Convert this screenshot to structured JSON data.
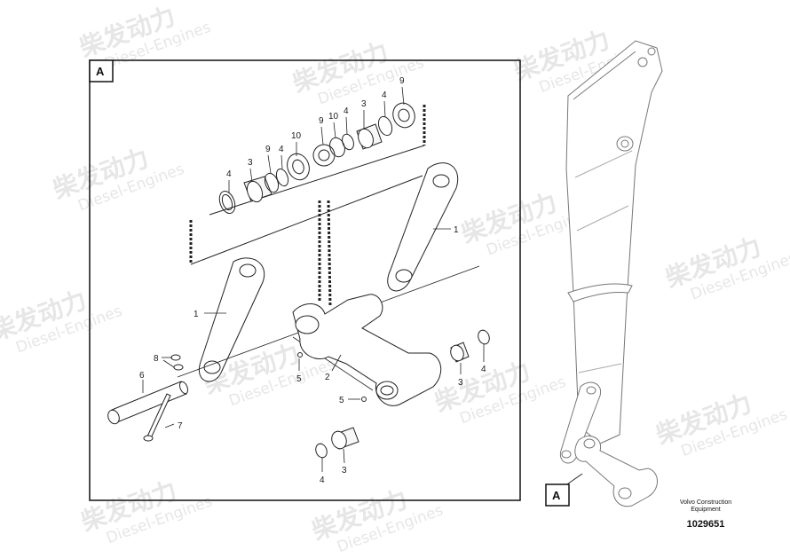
{
  "view_tag": "A",
  "callouts": {
    "c1a": "1",
    "c1b": "1",
    "c2": "2",
    "c3a": "3",
    "c3b": "3",
    "c3c": "3",
    "c3d": "3",
    "c4a": "4",
    "c4b": "4",
    "c4c": "4",
    "c4d": "4",
    "c4e": "4",
    "c4f": "4",
    "c5a": "5",
    "c5b": "5",
    "c6": "6",
    "c7": "7",
    "c8": "8",
    "c9a": "9",
    "c9b": "9",
    "c9c": "9",
    "c10a": "10",
    "c10b": "10"
  },
  "watermark": {
    "cn": "柴发动力",
    "en": "Diesel-Engines"
  },
  "caption": {
    "line1": "Volvo Construction",
    "line2": "Equipment"
  },
  "drawing_number": "1029651"
}
